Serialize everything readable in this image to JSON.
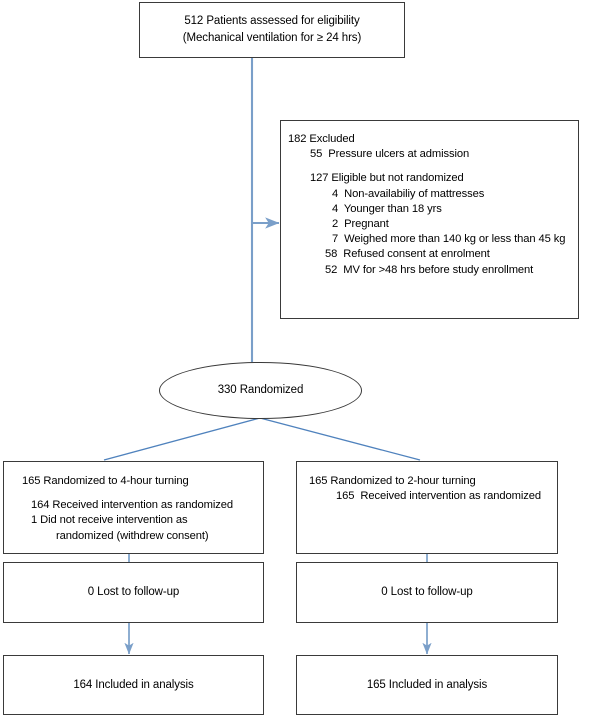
{
  "diagram": {
    "type": "consort-flow-diagram",
    "colors": {
      "connector": "#7a9fc9",
      "box_border": "#3a3a3a",
      "text": "#000000",
      "background": "#ffffff"
    }
  },
  "eligibility": {
    "line1": "512 Patients assessed for eligibility",
    "line2": "(Mechanical ventilation for ≥ 24 hrs)"
  },
  "excluded": {
    "heading": "182 Excluded",
    "first_reason": "55  Pressure ulcers at admission",
    "subheading": "127 Eligible but not randomized",
    "reasons": [
      "4  Non-availabiliy of mattresses",
      "4  Younger than 18 yrs",
      "2  Pregnant",
      "7  Weighed more than 140 kg or less than 45 kg",
      "58  Refused consent at enrolment",
      "52  MV for >48 hrs before study enrollment"
    ]
  },
  "randomized": {
    "label": "330 Randomized"
  },
  "arms": {
    "left": {
      "title": "165 Randomized to 4-hour turning",
      "detail1": "164 Received intervention as randomized",
      "detail2": "1 Did not receive intervention as",
      "detail3": "randomized (withdrew consent)",
      "lost": "0 Lost to follow-up",
      "analysis": "164 Included in analysis"
    },
    "right": {
      "title": "165 Randomized to 2-hour turning",
      "detail1": "165  Received intervention as randomized",
      "lost": "0 Lost to follow-up",
      "analysis": "165 Included in analysis"
    }
  }
}
